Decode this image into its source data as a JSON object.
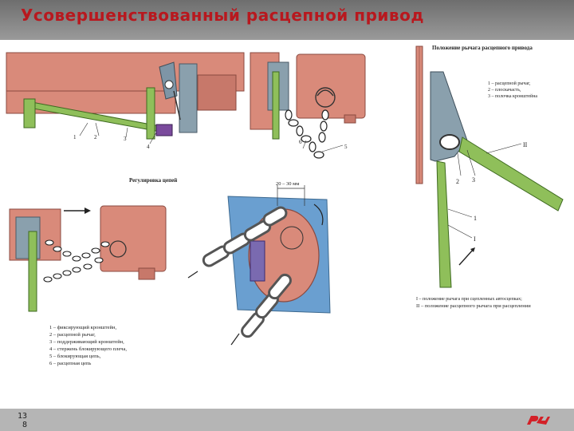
{
  "title": "Усовершенствованный расцепной привод",
  "page_number_line1": "13",
  "page_number_line2": "8",
  "logo_text": "ржд",
  "colors": {
    "title": "#b8181e",
    "beam": "#d98a7a",
    "lever": "#8fbf5a",
    "bracket": "#8aa0ad",
    "chain": "#ffffff",
    "background_fill": "#6a9fd0"
  },
  "top_diagram": {
    "callouts": [
      "1",
      "2",
      "3",
      "4",
      "6",
      "5"
    ]
  },
  "right_panel": {
    "heading": "Положение рычага расцепного привода",
    "legend": [
      "1 – расцепной рычаг,",
      "2 – плоскачасть,",
      "3 – полочка кронштейна"
    ],
    "callouts": [
      "II",
      "2",
      "3",
      "1",
      "I"
    ],
    "footnote_1": "I – положение рычага при сцепленных автосцепках;",
    "footnote_2": "II – положение расцепного рычага при расцеплении"
  },
  "chain_section": {
    "heading": "Регулировка цепей",
    "dimension": "20 – 30 мм"
  },
  "bottom_legend": [
    "1 – фиксирующий кронштейн,",
    "2 – расцепной рычаг,",
    "3 – поддерживающий кронштейн,",
    "4 – стержень блокирующего плеча,",
    "5 – блокирующая цепь,",
    "6 – расцепная цепь"
  ]
}
